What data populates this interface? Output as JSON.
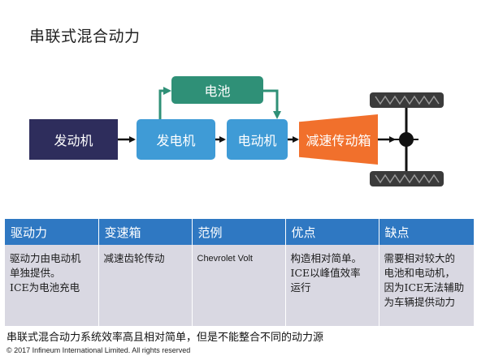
{
  "title": "串联式混合动力",
  "diagram": {
    "engine": "发动机",
    "generator": "发电机",
    "battery": "电池",
    "motor": "电动机",
    "reducer": "减速传动箱"
  },
  "table": {
    "headers": [
      "驱动力",
      "变速箱",
      "范例",
      "优点",
      "缺点"
    ],
    "cells": [
      [
        "驱动力由电动机",
        "单独提供。",
        "ICE为电池充电"
      ],
      [
        "减速齿轮传动"
      ],
      [
        "Chevrolet Volt"
      ],
      [
        "构造相对简单。",
        "ICE以峰值效率",
        "运行"
      ],
      [
        "需要相对较大的",
        "电池和电动机，",
        "因为ICE无法辅助",
        "为车辆提供动力"
      ]
    ]
  },
  "footnote": "串联式混合动力系统效率高且相对简单，但是不能整合不同的动力源",
  "copyright": "© 2017 Infineum International Limited. All rights reserved",
  "colors": {
    "engine": "#2e2d5c",
    "generator": "#3f9bd6",
    "battery": "#2f9077",
    "reducer": "#f1702c",
    "table_header": "#2f78c2",
    "table_body": "#d9d8e2"
  }
}
